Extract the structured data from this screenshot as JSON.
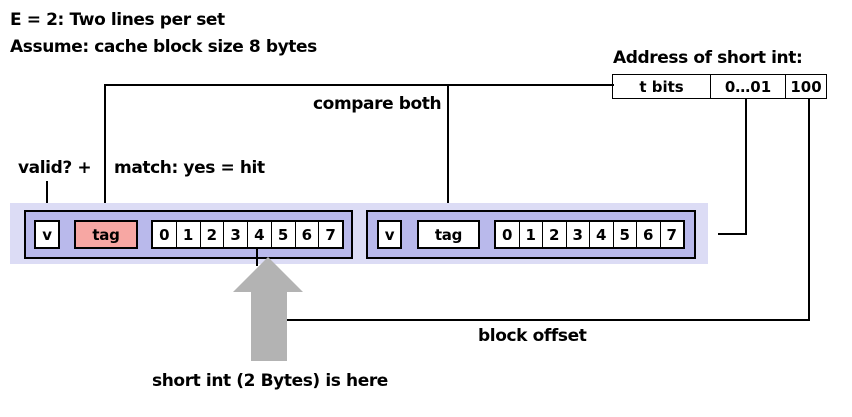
{
  "header": {
    "line1": "E = 2: Two lines per set",
    "line2": "Assume: cache block size 8 bytes"
  },
  "address": {
    "title": "Address of short int:",
    "fields": [
      {
        "label": "t bits",
        "role": "tag",
        "color": "#f7a7a3"
      },
      {
        "label": "0…01",
        "role": "set-index",
        "color": "#ffffff"
      },
      {
        "label": "100",
        "role": "block-offset",
        "color": "#ffffff"
      }
    ]
  },
  "labels": {
    "compare_both": "compare both",
    "valid_plus": "valid?  +",
    "match": "match: yes = hit",
    "block_offset": "block offset",
    "short_int_here": "short int (2 Bytes) is here"
  },
  "cache_set": {
    "background_color": "#dcdcf5",
    "line_color": "#b9b9eb",
    "lines": [
      {
        "valid_label": "v",
        "tag_label": "tag",
        "tag_color": "#f7a7a3",
        "bytes": [
          "0",
          "1",
          "2",
          "3",
          "4",
          "5",
          "6",
          "7"
        ],
        "highlighted_bytes": [
          4,
          5
        ],
        "highlight_color": "#b5e1aa"
      },
      {
        "valid_label": "v",
        "tag_label": "tag",
        "tag_color": "#ffffff",
        "bytes": [
          "0",
          "1",
          "2",
          "3",
          "4",
          "5",
          "6",
          "7"
        ],
        "highlighted_bytes": [],
        "highlight_color": "#b5e1aa"
      }
    ]
  },
  "arrow": {
    "color": "#b3b3b3",
    "direction": "up"
  }
}
